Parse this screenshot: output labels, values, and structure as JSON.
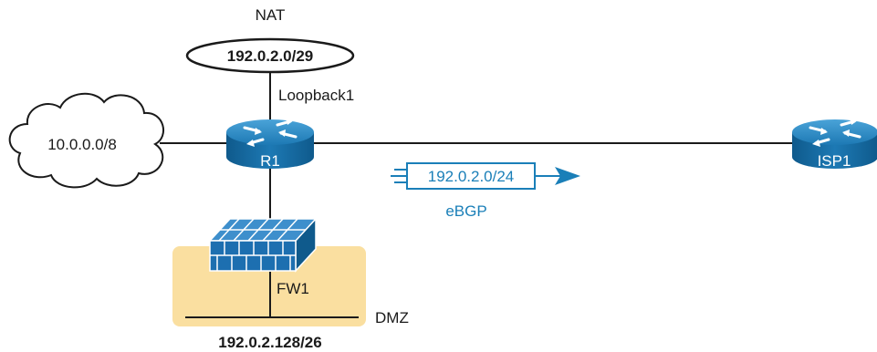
{
  "diagram": {
    "nat_label": "NAT",
    "nat_prefix": "192.0.2.0/29",
    "loopback_label": "Loopback1",
    "cloud_prefix": "10.0.0.0/8",
    "router_r1": "R1",
    "router_isp1": "ISP1",
    "advertised_prefix": "192.0.2.0/24",
    "protocol_label": "eBGP",
    "firewall_label": "FW1",
    "dmz_label": "DMZ",
    "dmz_prefix": "192.0.2.128/26"
  },
  "colors": {
    "router_blue": "#1d79b4",
    "router_dark": "#0f5a8c",
    "firewall_blue": "#1d6fb0",
    "dmz_zone": "#fadfa0",
    "bgp_blue": "#1a7fb8",
    "line": "#1a1a1a"
  },
  "icons": {
    "router": "router-icon",
    "firewall": "firewall-icon",
    "cloud": "cloud-icon",
    "arrow": "advertisement-arrow-icon"
  }
}
